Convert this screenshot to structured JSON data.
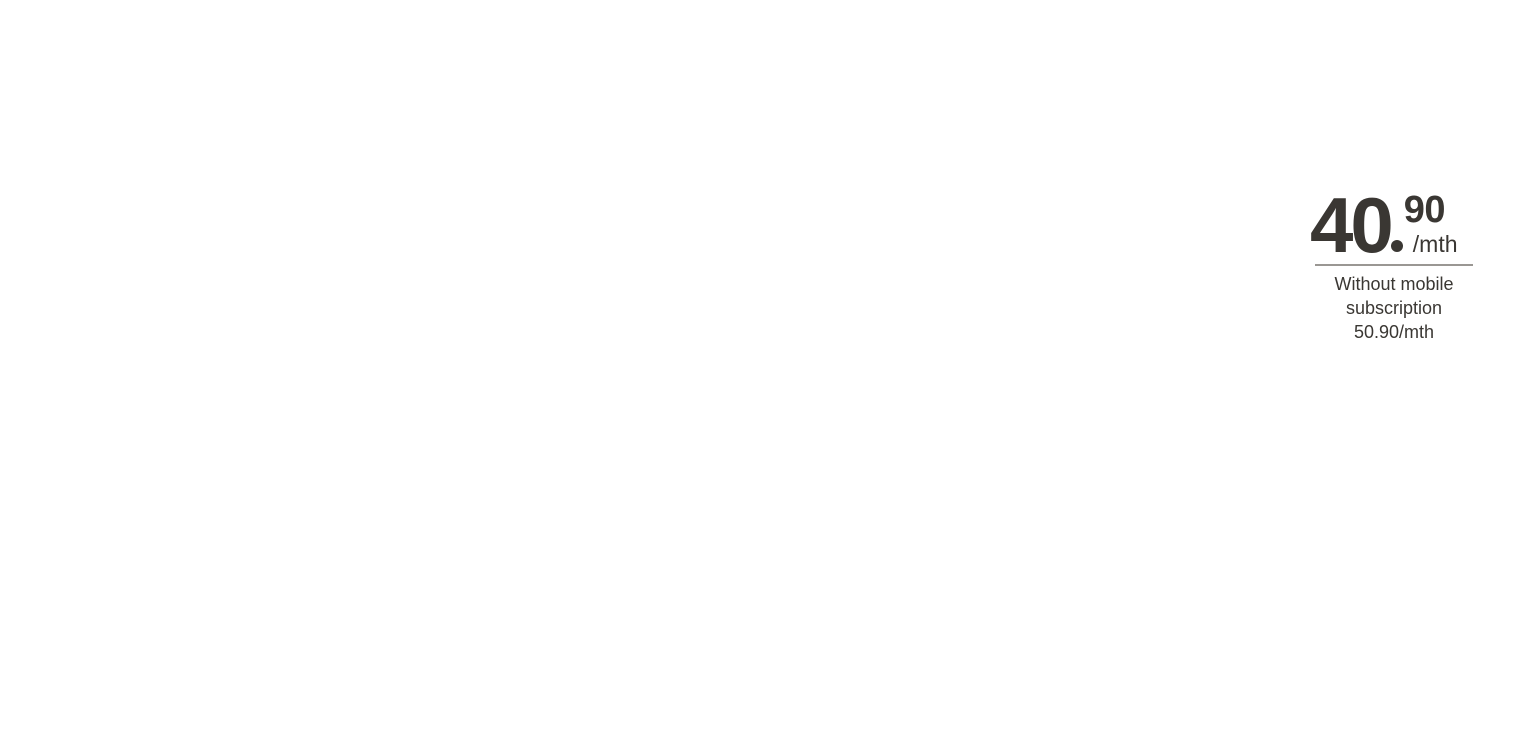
{
  "price": {
    "main": "40",
    "cents": "90",
    "period": "/mth"
  },
  "note": {
    "line1": "Without mobile",
    "line2": "subscription",
    "line3": "50.90/mth"
  },
  "colors": {
    "text": "#3a3733",
    "divider": "#9a9793",
    "background": "#ffffff"
  }
}
